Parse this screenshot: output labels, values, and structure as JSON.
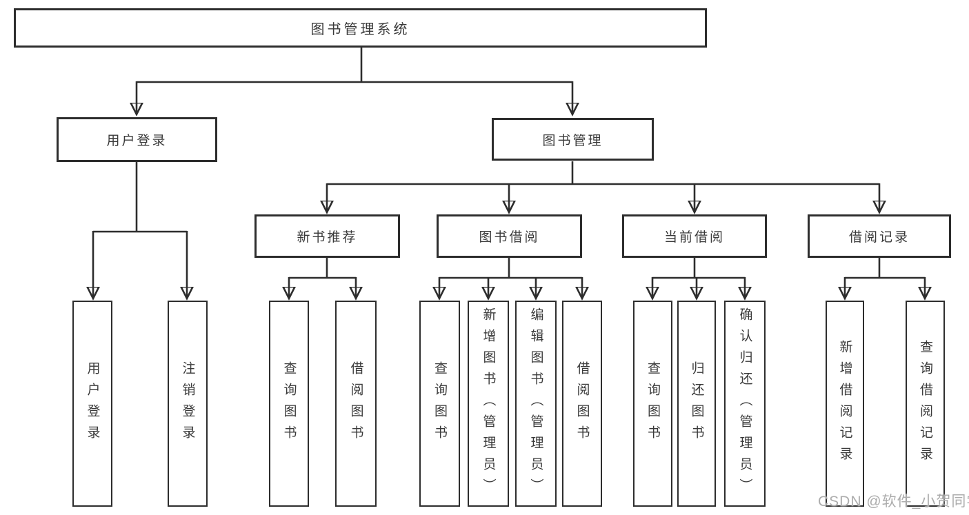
{
  "tree": {
    "label": "图书管理系统",
    "children": [
      {
        "label": "用户登录",
        "children": [
          {
            "label": "用户登录"
          },
          {
            "label": "注销登录"
          }
        ]
      },
      {
        "label": "图书管理",
        "children": [
          {
            "label": "新书推荐",
            "children": [
              {
                "label": "查询图书"
              },
              {
                "label": "借阅图书"
              }
            ]
          },
          {
            "label": "图书借阅",
            "children": [
              {
                "label": "查询图书"
              },
              {
                "label": "新增图书（管理员）"
              },
              {
                "label": "编辑图书（管理员）"
              },
              {
                "label": "借阅图书"
              }
            ]
          },
          {
            "label": "当前借阅",
            "children": [
              {
                "label": "查询图书"
              },
              {
                "label": "归还图书"
              },
              {
                "label": "确认归还（管理员）"
              }
            ]
          },
          {
            "label": "借阅记录",
            "children": [
              {
                "label": "新增借阅记录"
              },
              {
                "label": "查询借阅记录"
              }
            ]
          }
        ]
      }
    ]
  },
  "watermark": {
    "text": "CSDN @软件_小贺同学"
  },
  "colors": {
    "background": "#ffffff",
    "line": "#2d2d2d",
    "box_border": "#2d2d2d",
    "text": "#3a3a3a",
    "watermark": "#acacac"
  }
}
